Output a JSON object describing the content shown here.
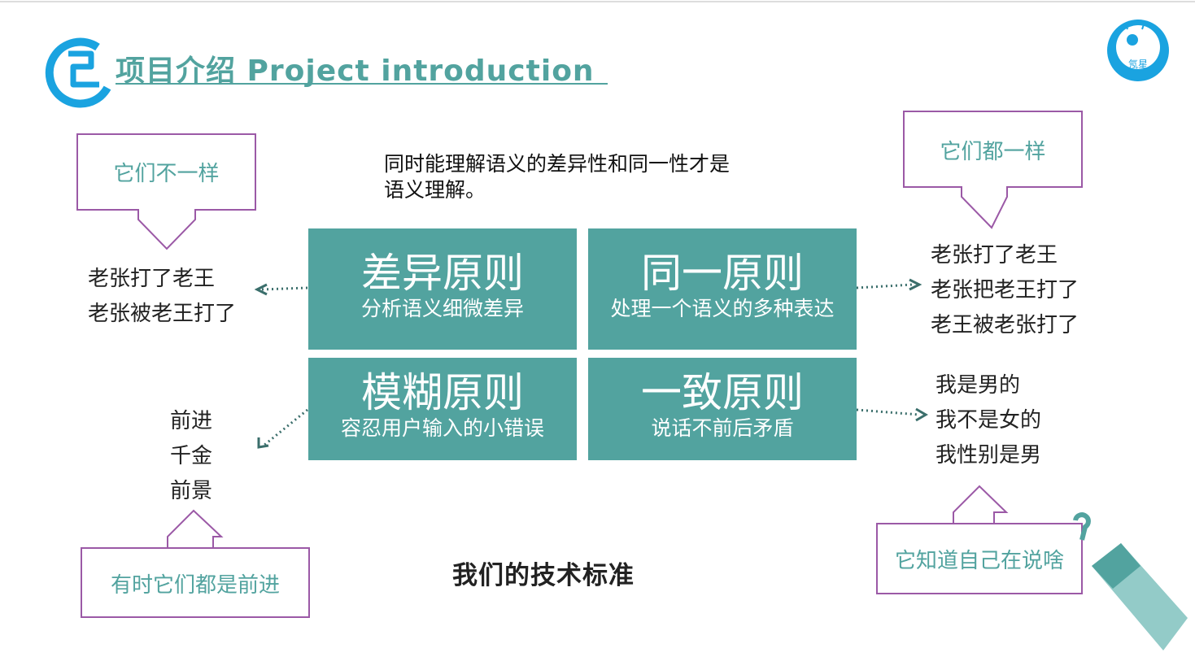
{
  "header": {
    "title": "项目介绍 Project introduction"
  },
  "logo": {
    "text": "氖星"
  },
  "intro": {
    "line1": "同时能理解语义的差异性和同一性才是",
    "line2": "语义理解。"
  },
  "tiles": [
    {
      "title": "差异原则",
      "subtitle": "分析语义细微差异"
    },
    {
      "title": "同一原则",
      "subtitle": "处理一个语义的多种表达"
    },
    {
      "title": "模糊原则",
      "subtitle": "容忍用户输入的小错误"
    },
    {
      "title": "一致原则",
      "subtitle": "说话不前后矛盾"
    }
  ],
  "callouts": {
    "top_left": "它们不一样",
    "top_right": "它们都一样",
    "bottom_left": "有时它们都是前进",
    "bottom_right": "它知道自己在说啥"
  },
  "examples": {
    "difference": [
      "老张打了老王",
      "老张被老王打了"
    ],
    "identity": [
      "老张打了老王",
      "老张把老王打了",
      "老王被老张打了"
    ],
    "fuzzy": [
      "前进",
      "千金",
      "前景"
    ],
    "consistency": [
      "我是男的",
      "我不是女的",
      "我性别是男"
    ]
  },
  "footer": {
    "text": "我们的技术标准"
  },
  "colors": {
    "accent": "#52a39f",
    "frame": "#9b59a6",
    "arrow": "#3a6e6b"
  }
}
